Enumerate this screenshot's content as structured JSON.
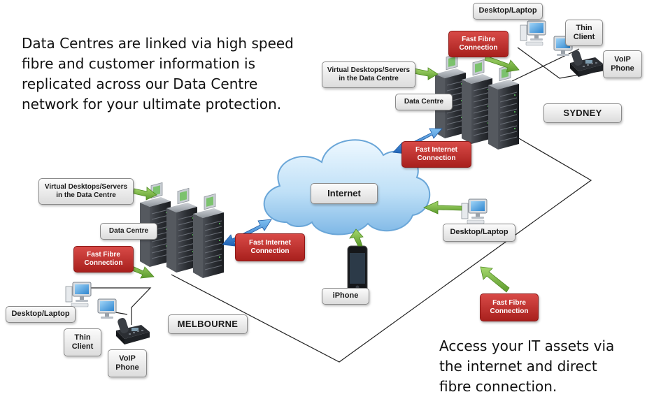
{
  "captions": {
    "top_left": "Data Centres are linked via high speed\nfibre and customer information is\nreplicated across our Data Centre\nnetwork for your ultimate protection.",
    "bottom_right": "Access your IT assets via\nthe internet and direct\nfibre connection."
  },
  "cloud": {
    "label": "Internet"
  },
  "sydney": {
    "city": "SYDNEY",
    "desktop_laptop": "Desktop/Laptop",
    "thin_client": "Thin\nClient",
    "voip_phone": "VoIP\nPhone",
    "fast_fibre": "Fast Fibre\nConnection",
    "virtual_desktops": "Virtual Desktops/Servers\nin the Data Centre",
    "data_centre": "Data Centre",
    "fast_internet": "Fast Internet\nConnection"
  },
  "melbourne": {
    "city": "MELBOURNE",
    "virtual_desktops": "Virtual Desktops/Servers\nin the Data Centre",
    "data_centre": "Data Centre",
    "fast_fibre": "Fast Fibre\nConnection",
    "fast_internet": "Fast Internet\nConnection",
    "desktop_laptop": "Desktop/Laptop",
    "thin_client": "Thin\nClient",
    "voip_phone": "VoIP\nPhone"
  },
  "remote": {
    "desktop_laptop": "Desktop/Laptop",
    "iphone": "iPhone",
    "fast_fibre": "Fast Fibre\nConnection"
  },
  "colors": {
    "label_red": "#b8302d",
    "label_grey": "#e8e8e8",
    "arrow_green": "#7ab648",
    "arrow_blue": "#2c7fd0",
    "cloud_blue": "#bfe0f7",
    "server_dark": "#2b2e33",
    "screen_blue": "#4aa3e0"
  }
}
